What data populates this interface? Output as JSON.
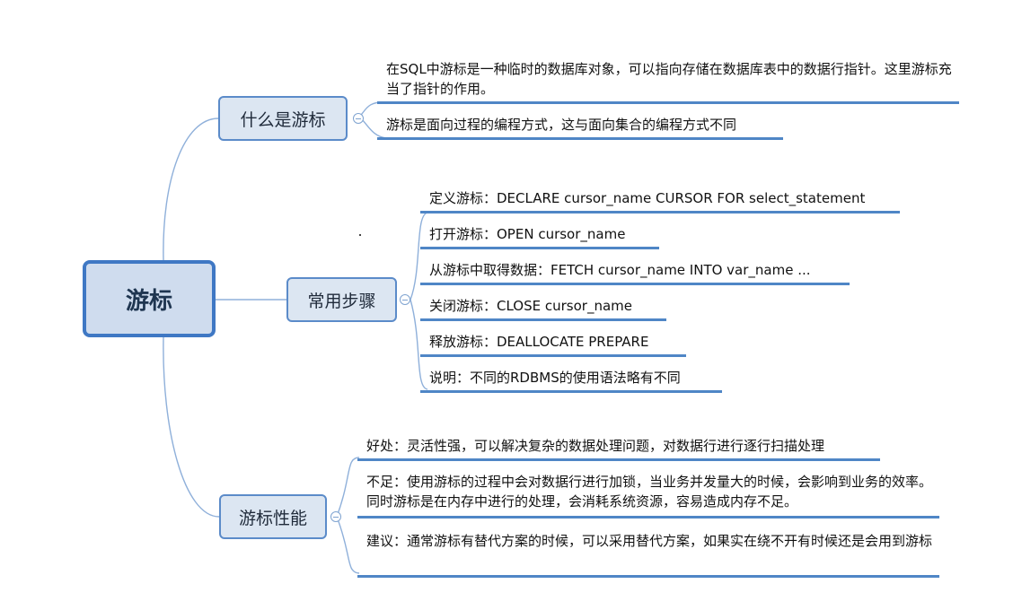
{
  "root": {
    "label": "游标"
  },
  "branches": [
    {
      "label": "什么是游标",
      "items": [
        "在SQL中游标是一种临时的数据库对象，可以指向存储在数据库表中的数据行指针。这里游标充当了指针的作用。",
        "游标是面向过程的编程方式，这与面向集合的编程方式不同"
      ]
    },
    {
      "label": "常用步骤",
      "items": [
        "定义游标：DECLARE cursor_name CURSOR FOR select_statement",
        "打开游标：OPEN cursor_name",
        "从游标中取得数据：FETCH cursor_name INTO var_name ...",
        "关闭游标：CLOSE cursor_name",
        "释放游标：DEALLOCATE PREPARE",
        "说明：不同的RDBMS的使用语法略有不同"
      ]
    },
    {
      "label": "游标性能",
      "items": [
        "好处：灵活性强，可以解决复杂的数据处理问题，对数据行进行逐行扫描处理",
        "不足：使用游标的过程中会对数据行进行加锁，当业务并发量大的时候，会影响到业务的效率。同时游标是在内存中进行的处理，会消耗系统资源，容易造成内存不足。",
        "建议：通常游标有替代方案的时候，可以采用替代方案，如果实在绕不开有时候还是会用到游标"
      ]
    }
  ],
  "colors": {
    "line": "#4f86c6",
    "node_fill": "#dce6f2",
    "root_border": "#3f78c4"
  }
}
